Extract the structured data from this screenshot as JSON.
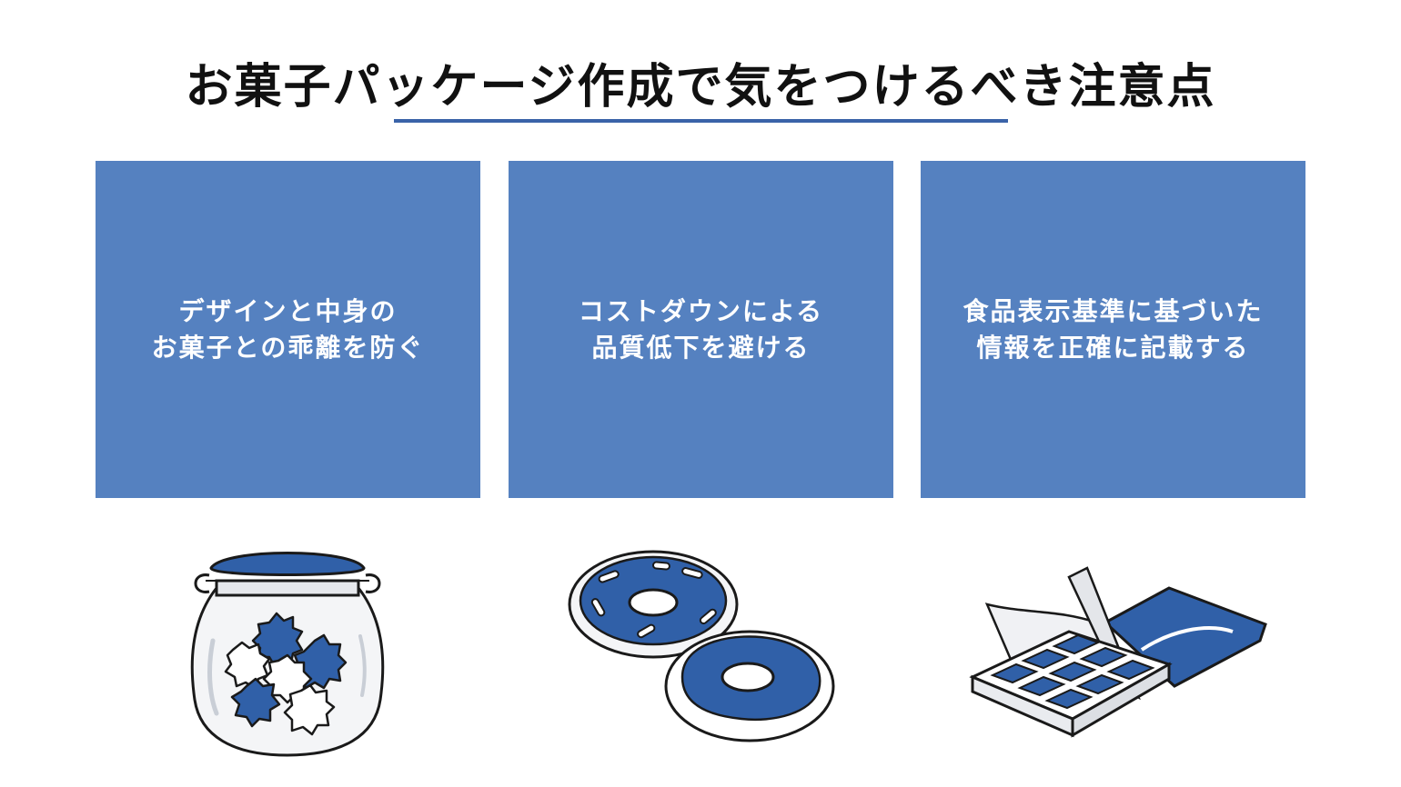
{
  "title": "お菓子パッケージ作成で気をつけるべき注意点",
  "colors": {
    "accent": "#3a63a8",
    "card": "#5581c0",
    "illustration": "#3060a8",
    "outline": "#1a1a1a"
  },
  "cards": [
    {
      "lines": [
        "デザインと中身の",
        "お菓子との乖離を防ぐ"
      ],
      "illustration": "candy-jar-icon"
    },
    {
      "lines": [
        "コストダウンによる",
        "品質低下を避ける"
      ],
      "illustration": "donuts-icon"
    },
    {
      "lines": [
        "食品表示基準に基づいた",
        "情報を正確に記載する"
      ],
      "illustration": "open-package-icon"
    }
  ]
}
